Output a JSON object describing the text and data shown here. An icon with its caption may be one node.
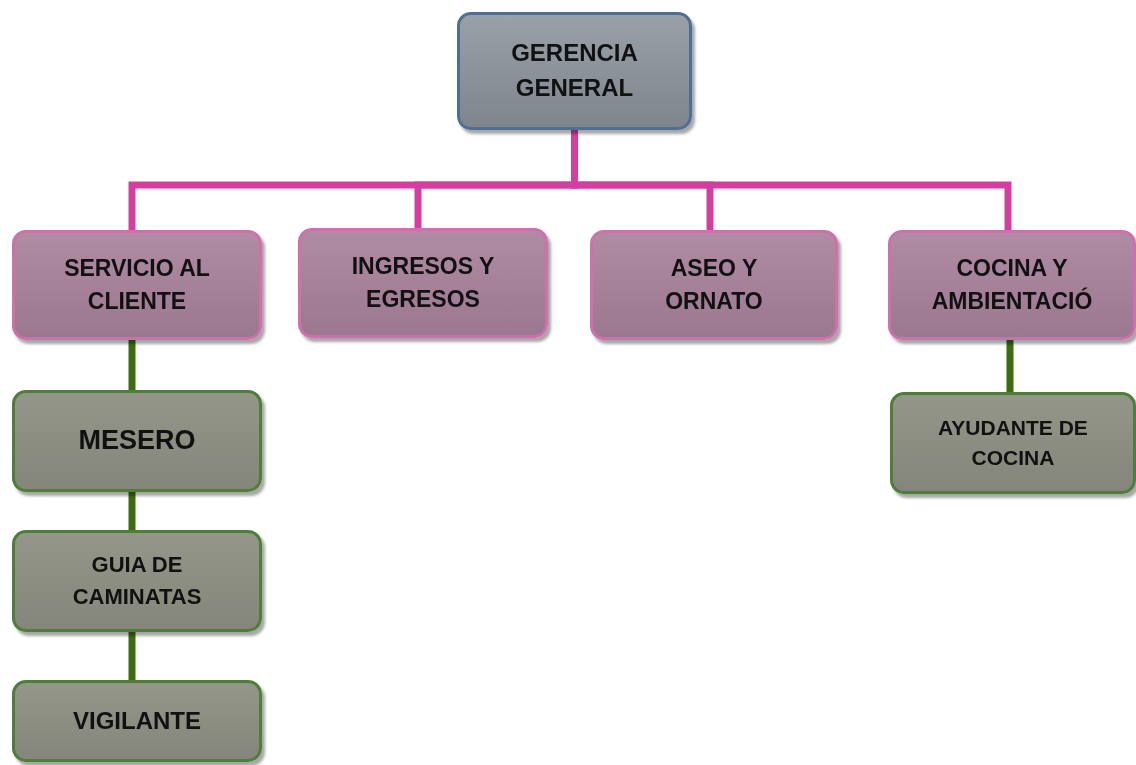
{
  "diagram": {
    "nodes": [
      {
        "text": [
          "GERENCIA GENERAL"
        ]
      },
      {
        "text": [
          "SERVICIO AL CLIENTE"
        ]
      },
      {
        "text": [
          "INGRESOS Y EGRESOS"
        ]
      },
      {
        "text": [
          "ASEO Y ORNATO"
        ]
      },
      {
        "text": [
          "COCINA Y AMBIENTACIÓ"
        ]
      },
      {
        "text": [
          "MESERO"
        ]
      },
      {
        "text": [
          "GUIA DE CAMINATAS"
        ]
      },
      {
        "text": [
          "VIGILANTE"
        ]
      },
      {
        "text": [
          "AYUDANTE DE COCINA"
        ]
      }
    ],
    "edges": [
      {
        "from": 0,
        "to": 1,
        "arrow": "none"
      },
      {
        "from": 0,
        "to": 2,
        "arrow": "none"
      },
      {
        "from": 0,
        "to": 3,
        "arrow": "none"
      },
      {
        "from": 0,
        "to": 4,
        "arrow": "none"
      },
      {
        "from": 1,
        "to": 5,
        "arrow": "none",
        "color": "#3d6b0f"
      },
      {
        "from": 5,
        "to": 6,
        "arrow": "none",
        "color": "#3d6b0f"
      },
      {
        "from": 6,
        "to": 7,
        "arrow": "none",
        "color": "#3d6b0f"
      },
      {
        "from": 4,
        "to": 8,
        "arrow": "none",
        "color": "#3d6b0f"
      }
    ]
  }
}
